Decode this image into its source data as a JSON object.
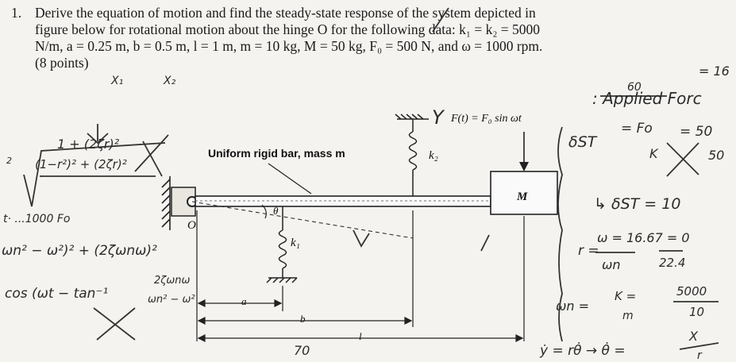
{
  "problem": {
    "number": "1.",
    "line1": "Derive the equation of motion and find the steady-state response of the system depicted in",
    "line2": "figure below for rotational motion about the hinge O for the following data: k₁ = k₂ = 5000",
    "line3": "N/m, a = 0.25 m, b = 0.5 m, l = 1 m, m = 10 kg, M = 50 kg, F₀ = 500 N, and ω = 1000 rpm.",
    "line4": "(8 points)"
  },
  "figure": {
    "force_label": "F(t) = F₀ sin ωt",
    "bar_label": "Uniform rigid bar, mass m",
    "k2_label": "k₂",
    "k1_label": "k₁",
    "mass_label": "M",
    "hinge_label": "O",
    "theta_label": "θ",
    "a_label": "a",
    "b_label": "b",
    "l_label": "l"
  },
  "handwriting": {
    "eq_16": "= 16",
    "over_60": "60",
    "x1": "X₁",
    "x2": "X₂",
    "y_eq": "Y",
    "applied_force": ": Applied Forc",
    "delta_st_1": "δST",
    "fo_over_k": "= Fo",
    "k_denom": "K",
    "eq_500": "= 50",
    "den_50": "50",
    "delta_st_2": "↳ δST = 10",
    "r_eq": "r =",
    "w_over_wn": "ω  = 16.67 = 0",
    "wn": "ωn",
    "den_224": "22.4",
    "wn_eq": "ωn =",
    "sqrt_k_m": "K  =",
    "m_den": "m",
    "sqrt_5000": "5000",
    "sqrt_10": "10",
    "x_var": "X",
    "r_var": "r",
    "ydot": "ẏ = rθ̇ → θ̇ =",
    "amp_num": "1 + (2ζr)²",
    "amp_den": "(1−r²)² + (2ζr)²",
    "two_small": "2",
    "t_fo": "t· ...1000 Fo",
    "wn_sq": "ωn² − ω²)² + (2ζωnω)²",
    "cos_term": "cos (ωt − tan⁻¹",
    "cos_num": "2ζωnω",
    "cos_den": "ωn² − ω²",
    "seventy": "70"
  }
}
